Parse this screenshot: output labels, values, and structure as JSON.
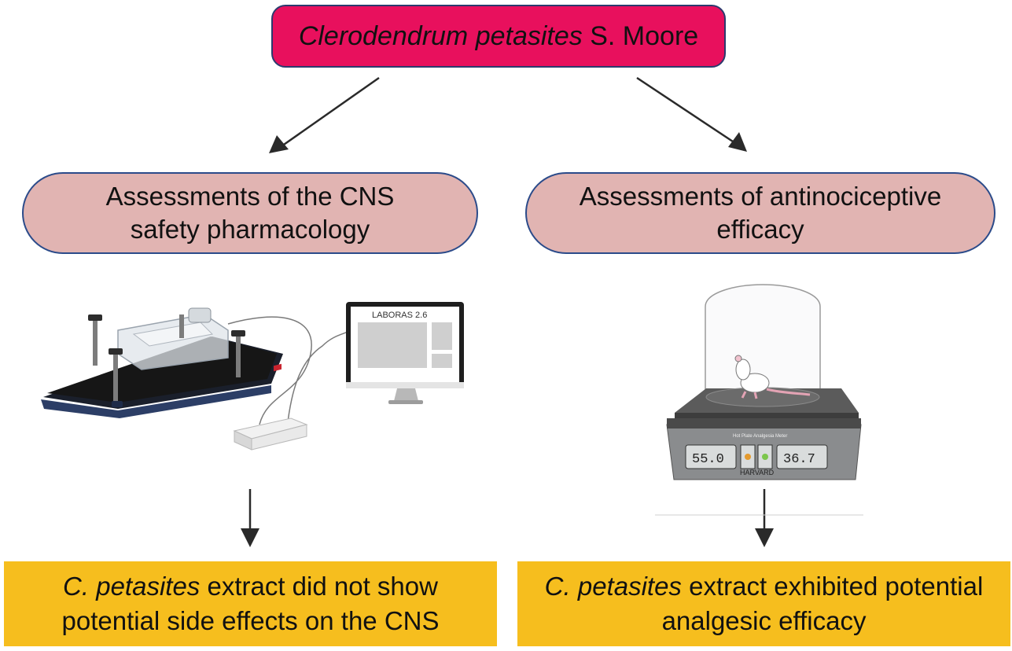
{
  "root": {
    "name_italic": "Clerodendrum petasites",
    "name_rest": " S. Moore"
  },
  "branches": {
    "left": {
      "line1": "Assessments of the CNS",
      "line2": "safety pharmacology"
    },
    "right": {
      "line1": "Assessments of antinociceptive",
      "line2": "efficacy"
    }
  },
  "outcomes": {
    "left": {
      "italic": "C. petasites",
      "line1_rest": " extract did not show",
      "line2": "potential side effects on the CNS"
    },
    "right": {
      "italic": "C. petasites",
      "line1_rest": " extract exhibited potential",
      "line2": "analgesic efficacy"
    }
  },
  "illustrations": {
    "monitor_label": "LABORAS 2.6",
    "hotplate_title": "Hot Plate Analgesia Meter",
    "hotplate_left_display": "55.0",
    "hotplate_right_display": "36.7",
    "hotplate_brand": "HARVARD"
  },
  "colors": {
    "root_fill": "#e8105d",
    "branch_fill": "#e1b4b2",
    "outcome_fill": "#f6be1e",
    "outline": "#2b4b8a"
  }
}
